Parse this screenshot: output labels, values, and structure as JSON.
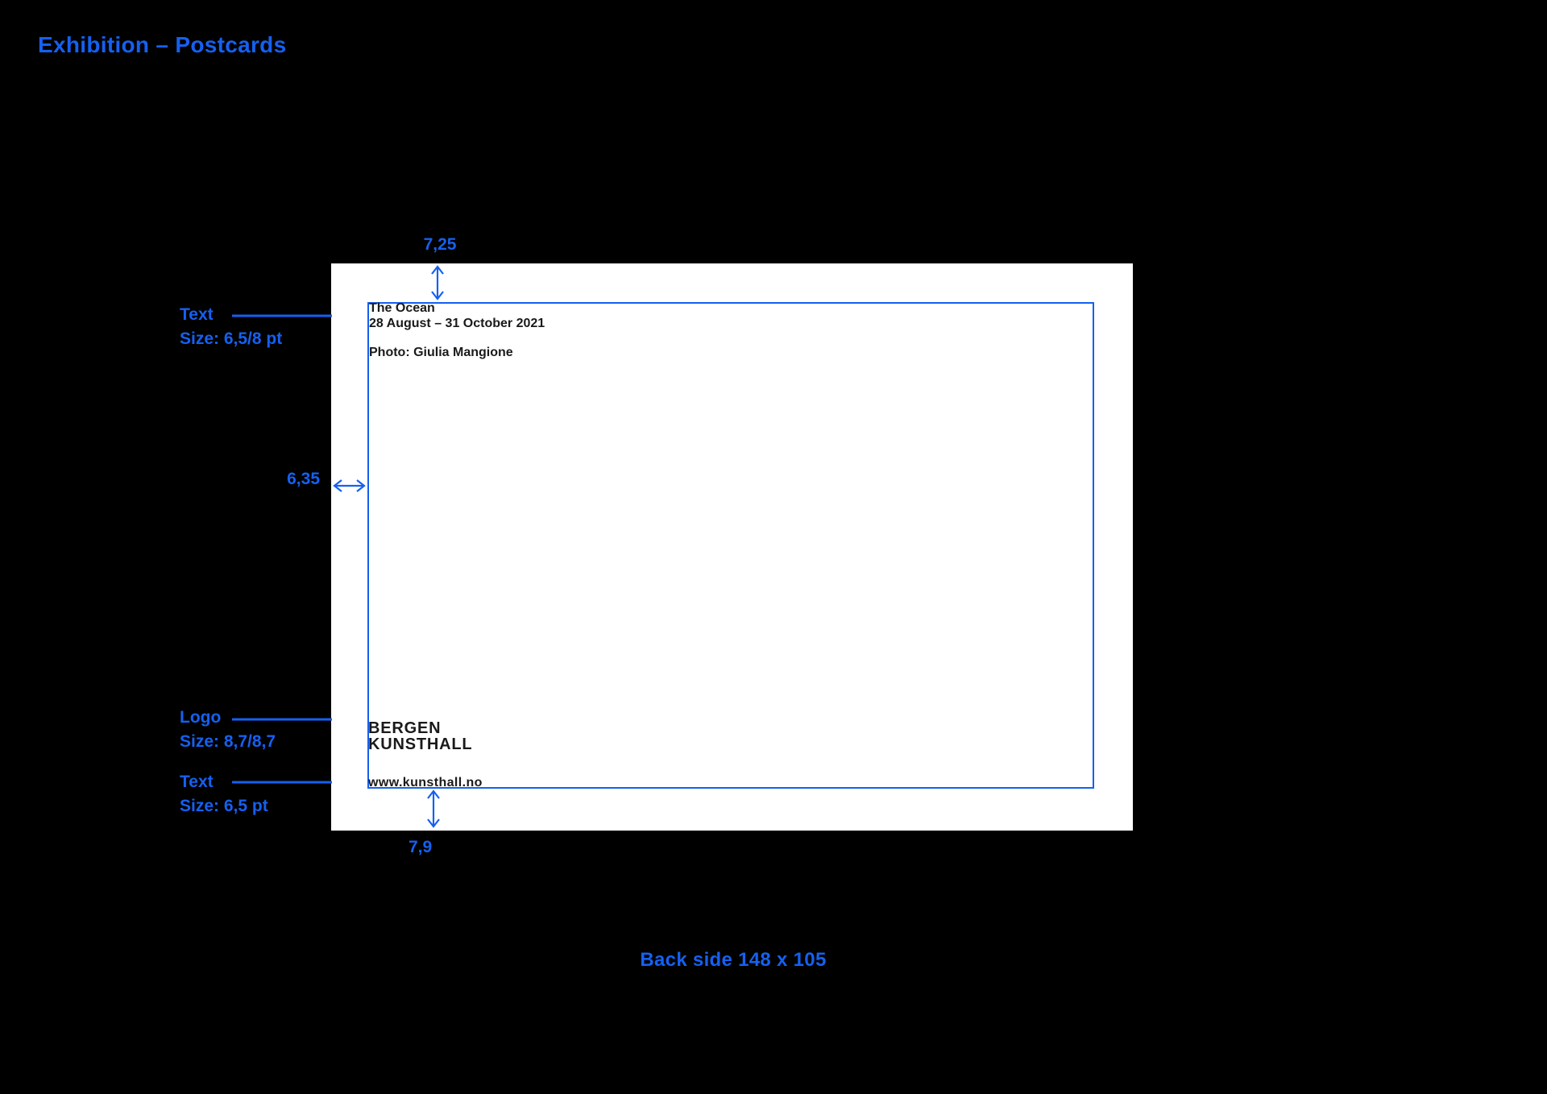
{
  "page": {
    "title": "Exhibition – Postcards",
    "caption": "Back side 148 x 105"
  },
  "colors": {
    "background": "#000000",
    "accent_blue": "#1560F0",
    "card_white": "#FFFFFF",
    "card_text": "#1A1A1A"
  },
  "spec_labels": [
    {
      "name": "Text",
      "size": "Size: 6,5/8 pt"
    },
    {
      "name": "Logo",
      "size": "Size: 8,7/8,7"
    },
    {
      "name": "Text",
      "size": "Size: 6,5 pt"
    }
  ],
  "dimensions": {
    "top_margin": "7,25",
    "left_margin": "6,35",
    "bottom_margin": "7,9"
  },
  "postcard": {
    "exhibition_title": "The Ocean",
    "exhibition_dates": "28 August – 31 October 2021",
    "photo_credit": "Photo: Giulia Mangione",
    "logo_line1": "BERGEN",
    "logo_line2": "KUNSTHALL",
    "website": "www.kunsthall.no"
  }
}
